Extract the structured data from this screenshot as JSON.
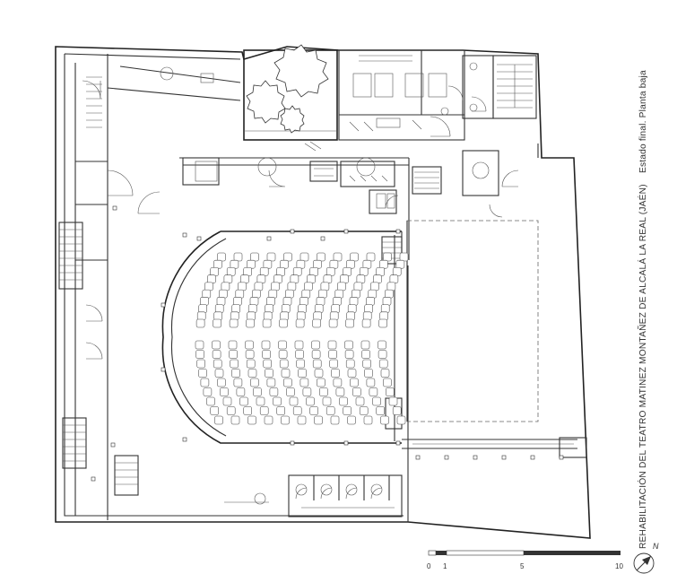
{
  "title": "REHABILITACIÓN DEL TEATRO MATINEZ MONTAÑEZ DE ALCALÁ LA REAL (JAÉN)",
  "subtitle": "Estado final. Planta baja",
  "scale": {
    "ticks": [
      "0",
      "1",
      "5",
      "10"
    ],
    "unit": "m"
  },
  "north_label": "N",
  "seating": {
    "upper_rows": 10,
    "lower_rows": 9,
    "cols": 12
  },
  "icons": [
    "north-arrow-icon",
    "tree-icon",
    "seat-icon",
    "door-swing-icon",
    "stair-icon"
  ]
}
